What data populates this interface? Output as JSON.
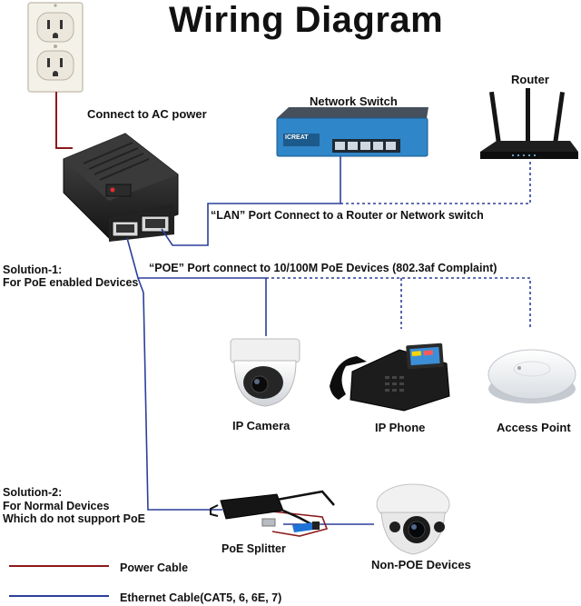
{
  "title": "Wiring Diagram",
  "labels": {
    "connect_ac": "Connect to AC power",
    "network_switch": "Network Switch",
    "router": "Router",
    "lan_port": "“LAN” Port Connect to a Router or Network switch",
    "poe_port": "“POE” Port connect to 10/100M PoE Devices (802.3af Complaint)",
    "solution1_line1": "Solution-1:",
    "solution1_line2": "For PoE enabled Devices",
    "solution2_line1": "Solution-2:",
    "solution2_line2": "For Normal Devices",
    "solution2_line3": "Which do not support PoE",
    "ip_camera": "IP Camera",
    "ip_phone": "IP Phone",
    "access_point": "Access Point",
    "poe_splitter": "PoE Splitter",
    "non_poe_devices": "Non-POE Devices"
  },
  "switch_brand": "ICREAT",
  "legend": [
    {
      "label": "Power Cable",
      "color": "#8b1a1a"
    },
    {
      "label": "Ethernet Cable(CAT5, 6, 6E, 7)",
      "color": "#2c3f9a"
    }
  ],
  "colors": {
    "power_cable": "#8b1a1a",
    "ethernet_cable": "#2c3f9a",
    "switch_body": "#2f86c8",
    "dotted_cable": "#2c3f9a"
  }
}
